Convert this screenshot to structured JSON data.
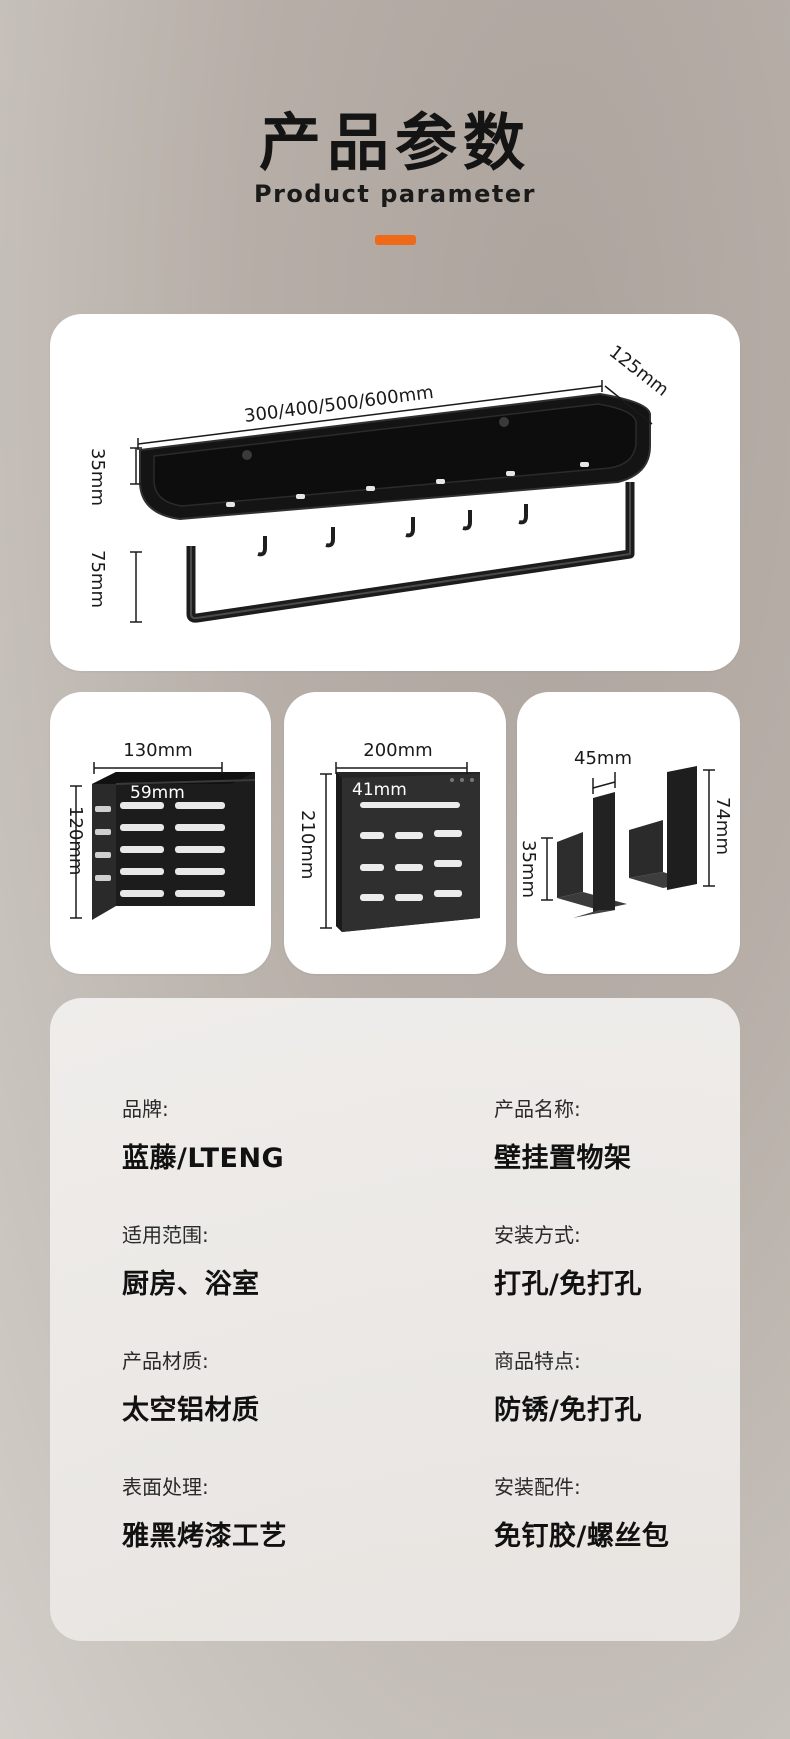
{
  "header": {
    "title": "产品参数",
    "subtitle": "Product parameter",
    "accent_color": "#ef6a18"
  },
  "shelf": {
    "length_label": "300/400/500/600mm",
    "depth_label": "125mm",
    "height_label": "35mm",
    "bar_label": "75mm"
  },
  "holder_a": {
    "width_label": "130mm",
    "inner_label": "59mm",
    "height_label": "120mm"
  },
  "holder_b": {
    "width_label": "200mm",
    "inner_label": "41mm",
    "height_label": "210mm"
  },
  "brackets": {
    "width_label": "45mm",
    "small_label": "35mm",
    "tall_label": "74mm"
  },
  "params": [
    {
      "label": "品牌:",
      "value": "蓝藤/LTENG"
    },
    {
      "label": "产品名称:",
      "value": "壁挂置物架"
    },
    {
      "label": "适用范围:",
      "value": "厨房、浴室"
    },
    {
      "label": "安装方式:",
      "value": "打孔/免打孔"
    },
    {
      "label": "产品材质:",
      "value": "太空铝材质"
    },
    {
      "label": "商品特点:",
      "value": "防锈/免打孔"
    },
    {
      "label": "表面处理:",
      "value": "雅黑烤漆工艺"
    },
    {
      "label": "安装配件:",
      "value": "免钉胶/螺丝包"
    }
  ]
}
